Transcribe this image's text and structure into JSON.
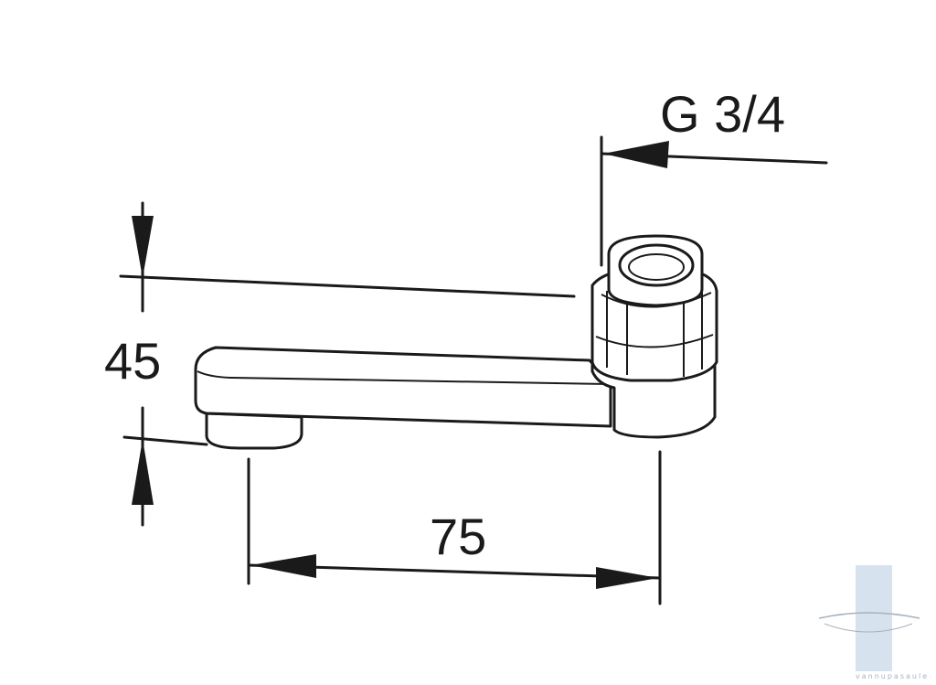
{
  "dimensions": {
    "thread": "G 3/4",
    "height": "45",
    "length": "75"
  },
  "watermark": {
    "text": "vannupasaule",
    "logo": "vannupasaule-logo"
  },
  "colors": {
    "ink": "#1a1a1a",
    "background": "#ffffff",
    "watermark": "#b9cde0"
  }
}
